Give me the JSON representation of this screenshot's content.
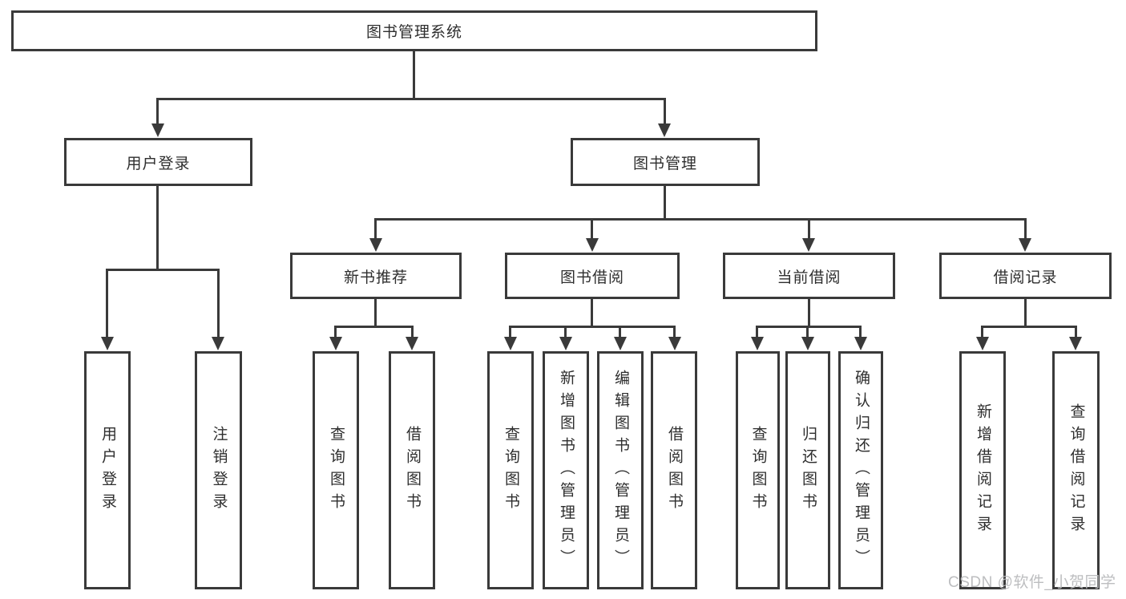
{
  "tree": {
    "root": "图书管理系统",
    "branches": [
      {
        "label": "用户登录",
        "leaves": [
          "用户登录",
          "注销登录"
        ]
      },
      {
        "label": "图书管理",
        "sections": [
          {
            "label": "新书推荐",
            "leaves": [
              "查询图书",
              "借阅图书"
            ]
          },
          {
            "label": "图书借阅",
            "leaves": [
              "查询图书",
              "新增图书（管理员）",
              "编辑图书（管理员）",
              "借阅图书"
            ]
          },
          {
            "label": "当前借阅",
            "leaves": [
              "查询图书",
              "归还图书",
              "确认归还（管理员）"
            ]
          },
          {
            "label": "借阅记录",
            "leaves": [
              "新增借阅记录",
              "查询借阅记录"
            ]
          }
        ]
      }
    ]
  },
  "watermark": "CSDN @软件_小贺同学",
  "colors": {
    "line": "#3a3a3a",
    "text": "#2e2e2e",
    "background": "#ffffff",
    "watermark": "#b9bbbd"
  }
}
